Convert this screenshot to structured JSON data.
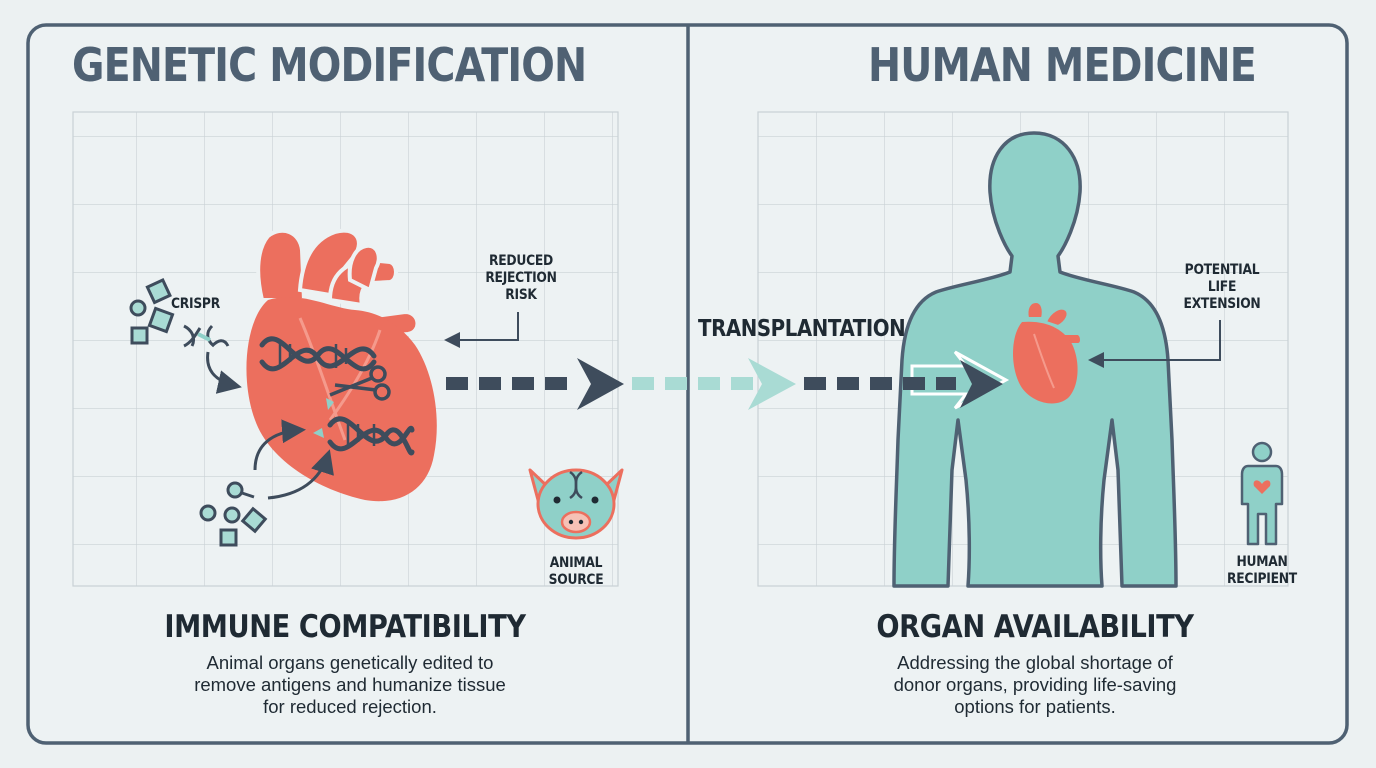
{
  "left_panel": {
    "title": "GENETIC MODIFICATION",
    "subtitle": "IMMUNE COMPATIBILITY",
    "description": "Animal organs genetically edited to remove antigens and humanize tissue for reduced rejection.",
    "labels": {
      "crispr": "CRISPR",
      "reduced_rejection_risk": "REDUCED REJECTION RISK",
      "animal_source": "ANIMAL SOURCE"
    }
  },
  "right_panel": {
    "title": "HUMAN MEDICINE",
    "subtitle": "ORGAN AVAILABILITY",
    "description": "Addressing the global shortage of donor organs, providing life-saving options for patients.",
    "labels": {
      "potential_life_extension": "POTENTIAL LIFE EXTENSION",
      "human_recipient": "HUMAN RECIPIENT"
    }
  },
  "flow": {
    "label": "TRANSPLANTATION"
  },
  "colors": {
    "background": "#ecf1f2",
    "frame": "#4f6173",
    "grid": "#c9d1d5",
    "organ": "#ec6f5e",
    "teal": "#8fd0c8",
    "dark": "#3e4c5c",
    "text": "#1f2a33"
  },
  "icons": [
    "heart-organ-icon",
    "dna-helix-icon",
    "scissors-icon",
    "crispr-icon",
    "molecule-cluster-icon",
    "pig-icon",
    "human-silhouette-icon",
    "small-human-icon",
    "arrow-icon"
  ]
}
